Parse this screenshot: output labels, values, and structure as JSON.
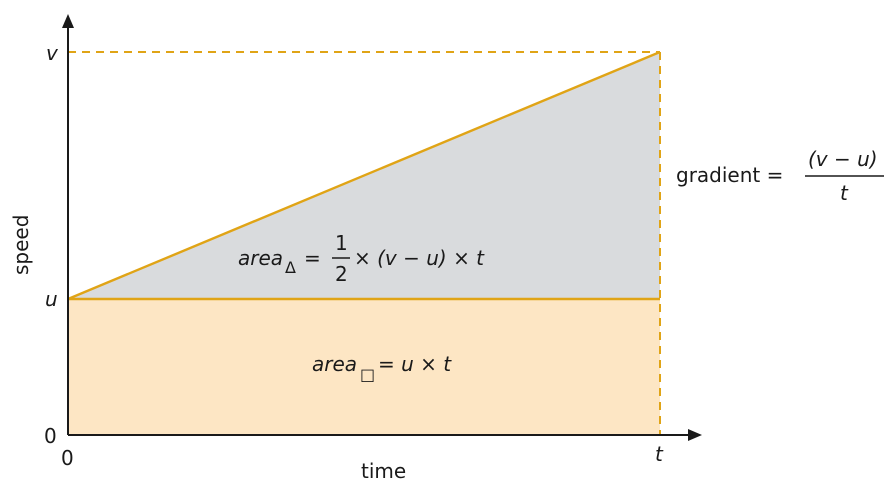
{
  "axes": {
    "x_label": "time",
    "y_label": "speed",
    "x_origin": "0",
    "y_origin": "0",
    "x_end": "t",
    "y_u": "u",
    "y_v": "v"
  },
  "annotations": {
    "triangle_area": {
      "lhs": "area",
      "sub": "Δ",
      "eq": "=",
      "frac_num": "1",
      "frac_den": "2",
      "rest": "× (v − u) × t"
    },
    "rect_area": {
      "lhs": "area",
      "sub": "□",
      "rest": "= u × t"
    },
    "gradient": {
      "label": "gradient =",
      "num": "(v − u)",
      "den": "t"
    }
  },
  "colors": {
    "line": "#e0a416",
    "triangle_fill": "#d9dbdd",
    "rect_fill": "#fde6c4",
    "axis": "#1a1a1a"
  },
  "chart_data": {
    "type": "area",
    "x": [
      "0",
      "t"
    ],
    "u": 0.4,
    "v": 1.0,
    "series": [
      {
        "name": "u",
        "values": [
          0.4,
          0.4
        ]
      },
      {
        "name": "v",
        "values": [
          0.4,
          1.0
        ]
      }
    ],
    "xlabel": "time",
    "ylabel": "speed"
  }
}
